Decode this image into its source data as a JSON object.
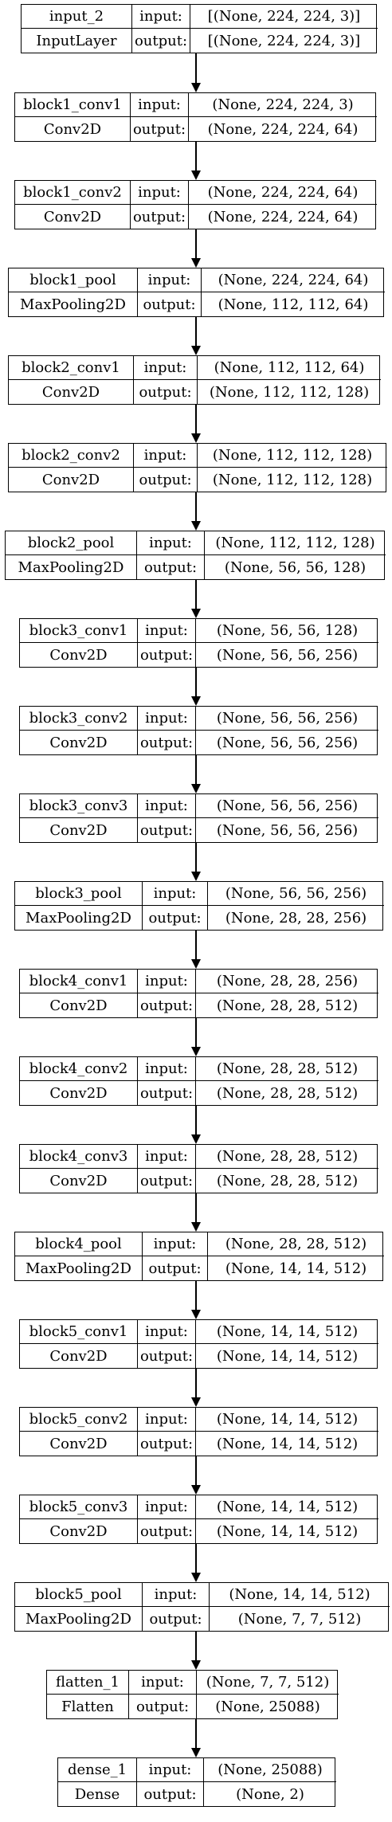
{
  "labels": {
    "input": "input:",
    "output": "output:"
  },
  "nodes": [
    {
      "name": "input_2",
      "type": "InputLayer",
      "input": "[(None, 224, 224, 3)]",
      "output": "[(None, 224, 224, 3)]"
    },
    {
      "name": "block1_conv1",
      "type": "Conv2D",
      "input": "(None, 224, 224, 3)",
      "output": "(None, 224, 224, 64)"
    },
    {
      "name": "block1_conv2",
      "type": "Conv2D",
      "input": "(None, 224, 224, 64)",
      "output": "(None, 224, 224, 64)"
    },
    {
      "name": "block1_pool",
      "type": "MaxPooling2D",
      "input": "(None, 224, 224, 64)",
      "output": "(None, 112, 112, 64)"
    },
    {
      "name": "block2_conv1",
      "type": "Conv2D",
      "input": "(None, 112, 112, 64)",
      "output": "(None, 112, 112, 128)"
    },
    {
      "name": "block2_conv2",
      "type": "Conv2D",
      "input": "(None, 112, 112, 128)",
      "output": "(None, 112, 112, 128)"
    },
    {
      "name": "block2_pool",
      "type": "MaxPooling2D",
      "input": "(None, 112, 112, 128)",
      "output": "(None, 56, 56, 128)"
    },
    {
      "name": "block3_conv1",
      "type": "Conv2D",
      "input": "(None, 56, 56, 128)",
      "output": "(None, 56, 56, 256)"
    },
    {
      "name": "block3_conv2",
      "type": "Conv2D",
      "input": "(None, 56, 56, 256)",
      "output": "(None, 56, 56, 256)"
    },
    {
      "name": "block3_conv3",
      "type": "Conv2D",
      "input": "(None, 56, 56, 256)",
      "output": "(None, 56, 56, 256)"
    },
    {
      "name": "block3_pool",
      "type": "MaxPooling2D",
      "input": "(None, 56, 56, 256)",
      "output": "(None, 28, 28, 256)"
    },
    {
      "name": "block4_conv1",
      "type": "Conv2D",
      "input": "(None, 28, 28, 256)",
      "output": "(None, 28, 28, 512)"
    },
    {
      "name": "block4_conv2",
      "type": "Conv2D",
      "input": "(None, 28, 28, 512)",
      "output": "(None, 28, 28, 512)"
    },
    {
      "name": "block4_conv3",
      "type": "Conv2D",
      "input": "(None, 28, 28, 512)",
      "output": "(None, 28, 28, 512)"
    },
    {
      "name": "block4_pool",
      "type": "MaxPooling2D",
      "input": "(None, 28, 28, 512)",
      "output": "(None, 14, 14, 512)"
    },
    {
      "name": "block5_conv1",
      "type": "Conv2D",
      "input": "(None, 14, 14, 512)",
      "output": "(None, 14, 14, 512)"
    },
    {
      "name": "block5_conv2",
      "type": "Conv2D",
      "input": "(None, 14, 14, 512)",
      "output": "(None, 14, 14, 512)"
    },
    {
      "name": "block5_conv3",
      "type": "Conv2D",
      "input": "(None, 14, 14, 512)",
      "output": "(None, 14, 14, 512)"
    },
    {
      "name": "block5_pool",
      "type": "MaxPooling2D",
      "input": "(None, 14, 14, 512)",
      "output": "(None, 7, 7, 512)"
    },
    {
      "name": "flatten_1",
      "type": "Flatten",
      "input": "(None, 7, 7, 512)",
      "output": "(None, 25088)"
    },
    {
      "name": "dense_1",
      "type": "Dense",
      "input": "(None, 25088)",
      "output": "(None, 2)"
    }
  ]
}
